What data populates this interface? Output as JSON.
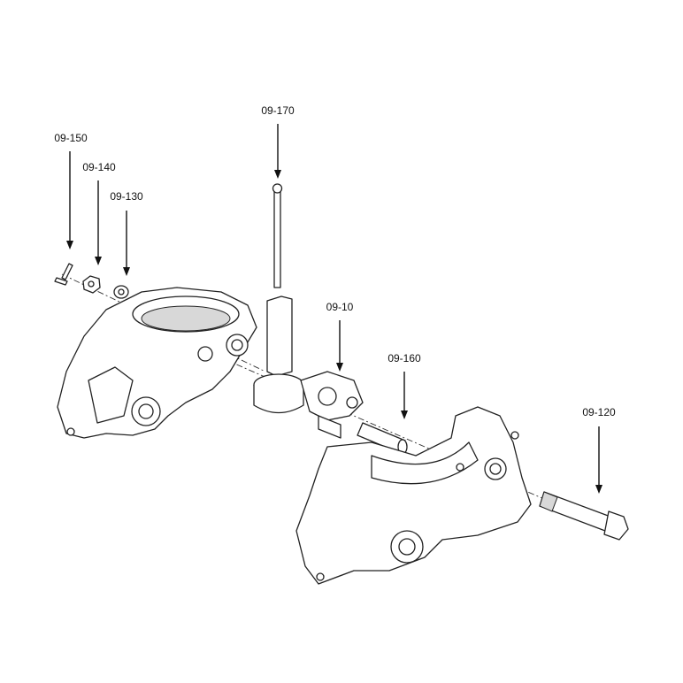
{
  "diagram": {
    "type": "exploded-parts-view",
    "callouts": [
      {
        "id": "09-170"
      },
      {
        "id": "09-150"
      },
      {
        "id": "09-140"
      },
      {
        "id": "09-130"
      },
      {
        "id": "09-10"
      },
      {
        "id": "09-160"
      },
      {
        "id": "09-120"
      }
    ]
  }
}
